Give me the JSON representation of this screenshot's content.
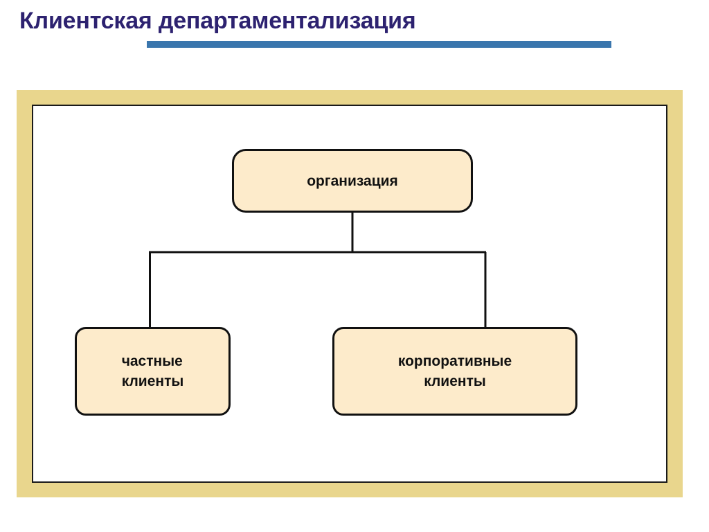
{
  "slide": {
    "title": "Клиентская департаментализация",
    "title_color": "#2d2270",
    "rule_color": "#3a76ad",
    "frame_color": "#e9d68d",
    "canvas_color": "#ffffff"
  },
  "diagram": {
    "type": "org-chart",
    "node_fill": "#fdebcb",
    "node_border": "#111111",
    "connector_color": "#111111",
    "nodes": [
      {
        "id": "root",
        "label": "организация",
        "level": 0,
        "text_align": "center"
      },
      {
        "id": "private-clients",
        "label": "частные\nклиенты",
        "line1": "частные",
        "line2": "клиенты",
        "level": 1,
        "parent": "root",
        "text_align": "left"
      },
      {
        "id": "corporate-clients",
        "label": "корпоративные\nклиенты",
        "line1": "корпоративные",
        "line2": "клиенты",
        "level": 1,
        "parent": "root",
        "text_align": "center"
      }
    ],
    "edges": [
      {
        "from": "root",
        "to": "private-clients"
      },
      {
        "from": "root",
        "to": "corporate-clients"
      }
    ]
  }
}
